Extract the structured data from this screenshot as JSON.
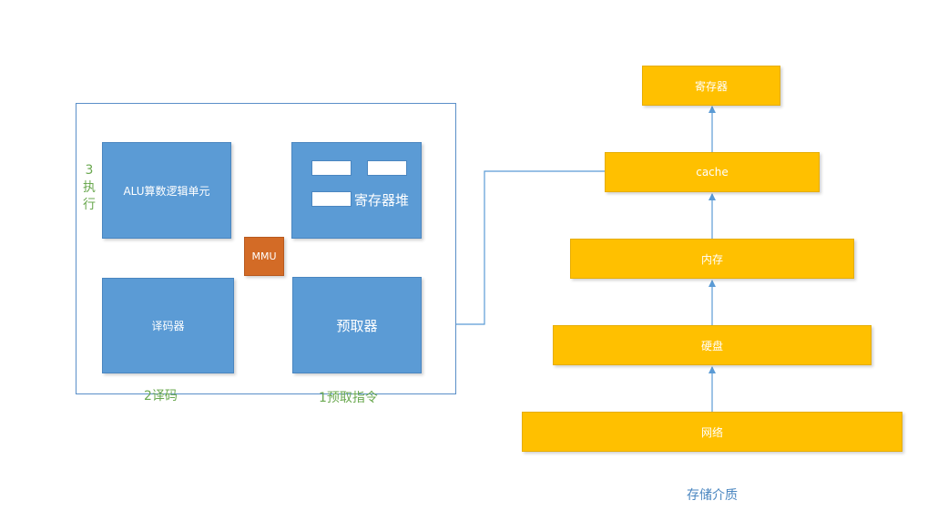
{
  "cpu": {
    "alu_label": "ALU算数逻辑单元",
    "register_file_label": "寄存器堆",
    "mmu_label": "MMU",
    "decoder_label": "译码器",
    "prefetch_label": "预取器",
    "stage_execute_number": "3",
    "stage_execute_line1": "执",
    "stage_execute_line2": "行",
    "stage_decode_label": "2译码",
    "stage_fetch_label": "1预取指令"
  },
  "storage": {
    "levels": [
      "寄存器",
      "cache",
      "内存",
      "硬盘",
      "网络"
    ],
    "caption": "存储介质"
  },
  "colors": {
    "cpu_block": "#5b9bd5",
    "mmu": "#d36b26",
    "storage_level": "#ffc000",
    "stage_label": "#6aa84f",
    "connector": "#5b9bd5"
  }
}
